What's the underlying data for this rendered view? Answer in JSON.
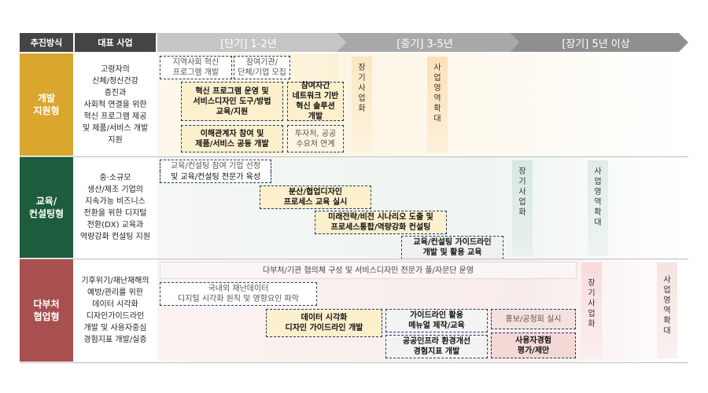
{
  "header": {
    "col1": "추진방식",
    "col2": "대표 사업",
    "phase_short": "[단기] 1-2년",
    "phase_mid": "[중기] 3-5년",
    "phase_long": "[장기] 5년 이상"
  },
  "rows": [
    {
      "category": "개발\n지원형",
      "color": "#d9a62e",
      "description": "고령자의\n신체/정신건강\n증진과\n사회적 연결을 위한\n혁신 프로그램 제공\n및 제품/서비스 개발\n지원",
      "boxes": [
        "지역사회 혁신\n프로그램 개발",
        "참여기관/\n단체/기업 모집",
        "혁신 프로그램 운영 및\n서비스디자인 도구/방법\n교육/지원",
        "참여자간\n네트워크 기반\n혁신 솔루션\n개발",
        "이해관계자 참여 및\n제품/서비스 공동 개발",
        "투자처, 공공\n수요처 연계"
      ],
      "expand_a": "장\n기\n사\n업\n화",
      "expand_b": "사\n업\n영\n역\n확\n대"
    },
    {
      "category": "교육/\n컨설팅형",
      "color": "#1d5c3c",
      "description": "중·소규모\n생산/제조 기업의\n지속가능 비즈니스\n전환을 위한 디지털\n전환(DX) 교육과\n역량강화 컨설팅 지원",
      "boxes": [
        "교육/컨설팅 참여 기업 선정",
        "및 교육/컨설팅 전문가 육성",
        "분산/협업디자인\n프로세스 교육 실시",
        "미래전략/비전 시나리오 도출 및\n프로세스통합/역량강화 컨설팅",
        "교육/컨설팅 가이드라인\n개발 및 활용 교육"
      ],
      "expand_a": "장\n기\n사\n업\n화",
      "expand_b": "사\n업\n영\n역\n확\n대"
    },
    {
      "category": "다부처\n협업형",
      "color": "#a8504f",
      "description": "기후위기/재난재해의\n예방/관리를 위한\n데이터 시각화\n디자인가이드라인\n개발 및 사용자중심\n경험지표 개발/실증",
      "boxes": [
        "다부처/기관 협의체 구성 및 서비스디자인 전문가 풀/자문단 운영",
        "국내외 재난데이터\n디지털 시각화 원칙 및 영향요인 파악",
        "데이터 시각화\n디자인 가이드라인 개발",
        "가이드라인 활용\n메뉴얼 제작/교육",
        "공공인프라 환경개선\n경험지표 개발",
        "홍보/공청회 실시",
        "사용자경험\n평가/제안"
      ],
      "expand_a": "장\n기\n사\n업\n화",
      "expand_b": "사\n업\n영\n역\n확\n대"
    }
  ]
}
